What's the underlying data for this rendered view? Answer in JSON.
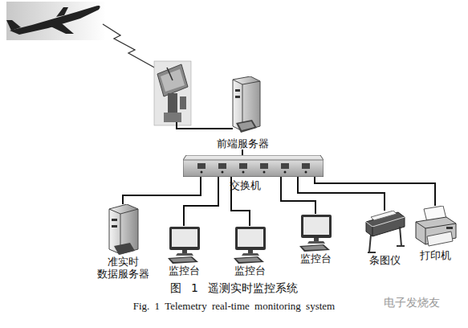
{
  "diagram": {
    "caption": "图 1 遥测实时监控系统",
    "nodes": [
      {
        "text": [
          "前端服务器"
        ]
      },
      {
        "text": [
          "交换机"
        ]
      },
      {
        "text": [
          "准实时 数据服务器"
        ]
      },
      {
        "text": [
          "监控台"
        ]
      },
      {
        "text": [
          "监控台"
        ]
      },
      {
        "text": [
          "监控台"
        ]
      },
      {
        "text": [
          "条图仪"
        ]
      },
      {
        "text": [
          "打印机"
        ]
      }
    ],
    "edges": [
      {
        "from": 0,
        "to": 1,
        "arrow": "none"
      },
      {
        "from": 1,
        "to": 2,
        "arrow": "none"
      },
      {
        "from": 1,
        "to": 3,
        "arrow": "none"
      },
      {
        "from": 1,
        "to": 4,
        "arrow": "none"
      },
      {
        "from": 1,
        "to": 5,
        "arrow": "none"
      },
      {
        "from": 1,
        "to": 6,
        "arrow": "none"
      },
      {
        "from": 1,
        "to": 7,
        "arrow": "none"
      }
    ],
    "labels": [
      "Fig. 1 Telemetry real-time monitoring system",
      "电子发烧友"
    ]
  }
}
